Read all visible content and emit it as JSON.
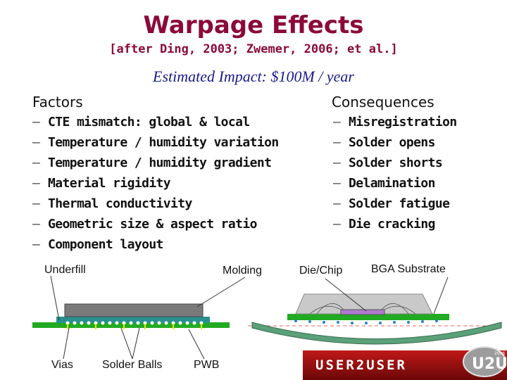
{
  "title": "Warpage Effects",
  "subtitle": "[after Ding, 2003; Zwemer, 2006; et al.]",
  "impact": "Estimated Impact: $100M / year",
  "factors": {
    "heading": "Factors",
    "items": [
      "CTE mismatch: global & local",
      "Temperature / humidity variation",
      "Temperature / humidity gradient",
      "Material rigidity",
      "Thermal conductivity",
      "Geometric size & aspect ratio",
      "Component layout"
    ]
  },
  "consequences": {
    "heading": "Consequences",
    "items": [
      "Misregistration",
      "Solder opens",
      "Solder shorts",
      "Delamination",
      "Solder fatigue",
      "Die cracking"
    ]
  },
  "bullet": "–",
  "diagram_labels": {
    "underfill": "Underfill",
    "molding": "Molding",
    "die_chip": "Die/Chip",
    "bga_substrate": "BGA Substrate",
    "vias": "Vias",
    "solder_balls": "Solder Balls",
    "pwb": "PWB"
  },
  "logo": {
    "text": "USER2USER",
    "badge": "U2U",
    "year": "2006"
  },
  "colors": {
    "title": "#8b0a3a",
    "impact": "#1a1a8c",
    "board_green": "#22aa22",
    "substrate_teal": "#2a8f8f",
    "logo_red": "#a01010"
  }
}
